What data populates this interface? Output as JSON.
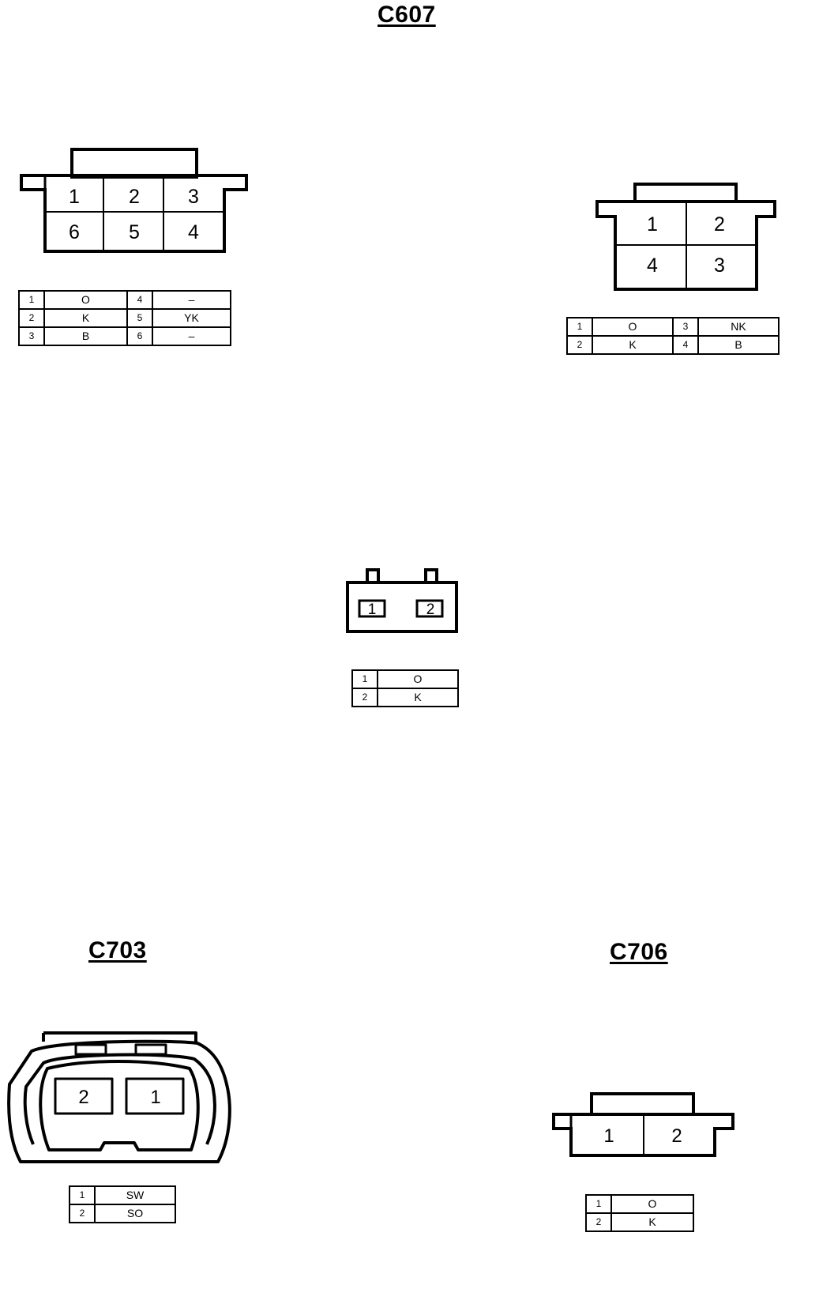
{
  "titles": {
    "top": "C607",
    "bottom_left": "C703",
    "bottom_right": "C706"
  },
  "connector_a": {
    "cavities": [
      "1",
      "2",
      "3",
      "6",
      "5",
      "4"
    ],
    "table": [
      [
        "1",
        "O",
        "4",
        "–"
      ],
      [
        "2",
        "K",
        "5",
        "YK"
      ],
      [
        "3",
        "B",
        "6",
        "–"
      ]
    ]
  },
  "connector_b": {
    "cavities": [
      "1",
      "2",
      "4",
      "3"
    ],
    "table": [
      [
        "1",
        "O",
        "3",
        "NK"
      ],
      [
        "2",
        "K",
        "4",
        "B"
      ]
    ]
  },
  "connector_c": {
    "cavities": [
      "1",
      "2"
    ],
    "table": [
      [
        "1",
        "O"
      ],
      [
        "2",
        "K"
      ]
    ]
  },
  "connector_c703": {
    "cavities": [
      "2",
      "1"
    ],
    "table": [
      [
        "1",
        "SW"
      ],
      [
        "2",
        "SO"
      ]
    ]
  },
  "connector_c706": {
    "cavities": [
      "1",
      "2"
    ],
    "table": [
      [
        "1",
        "O"
      ],
      [
        "2",
        "K"
      ]
    ]
  }
}
